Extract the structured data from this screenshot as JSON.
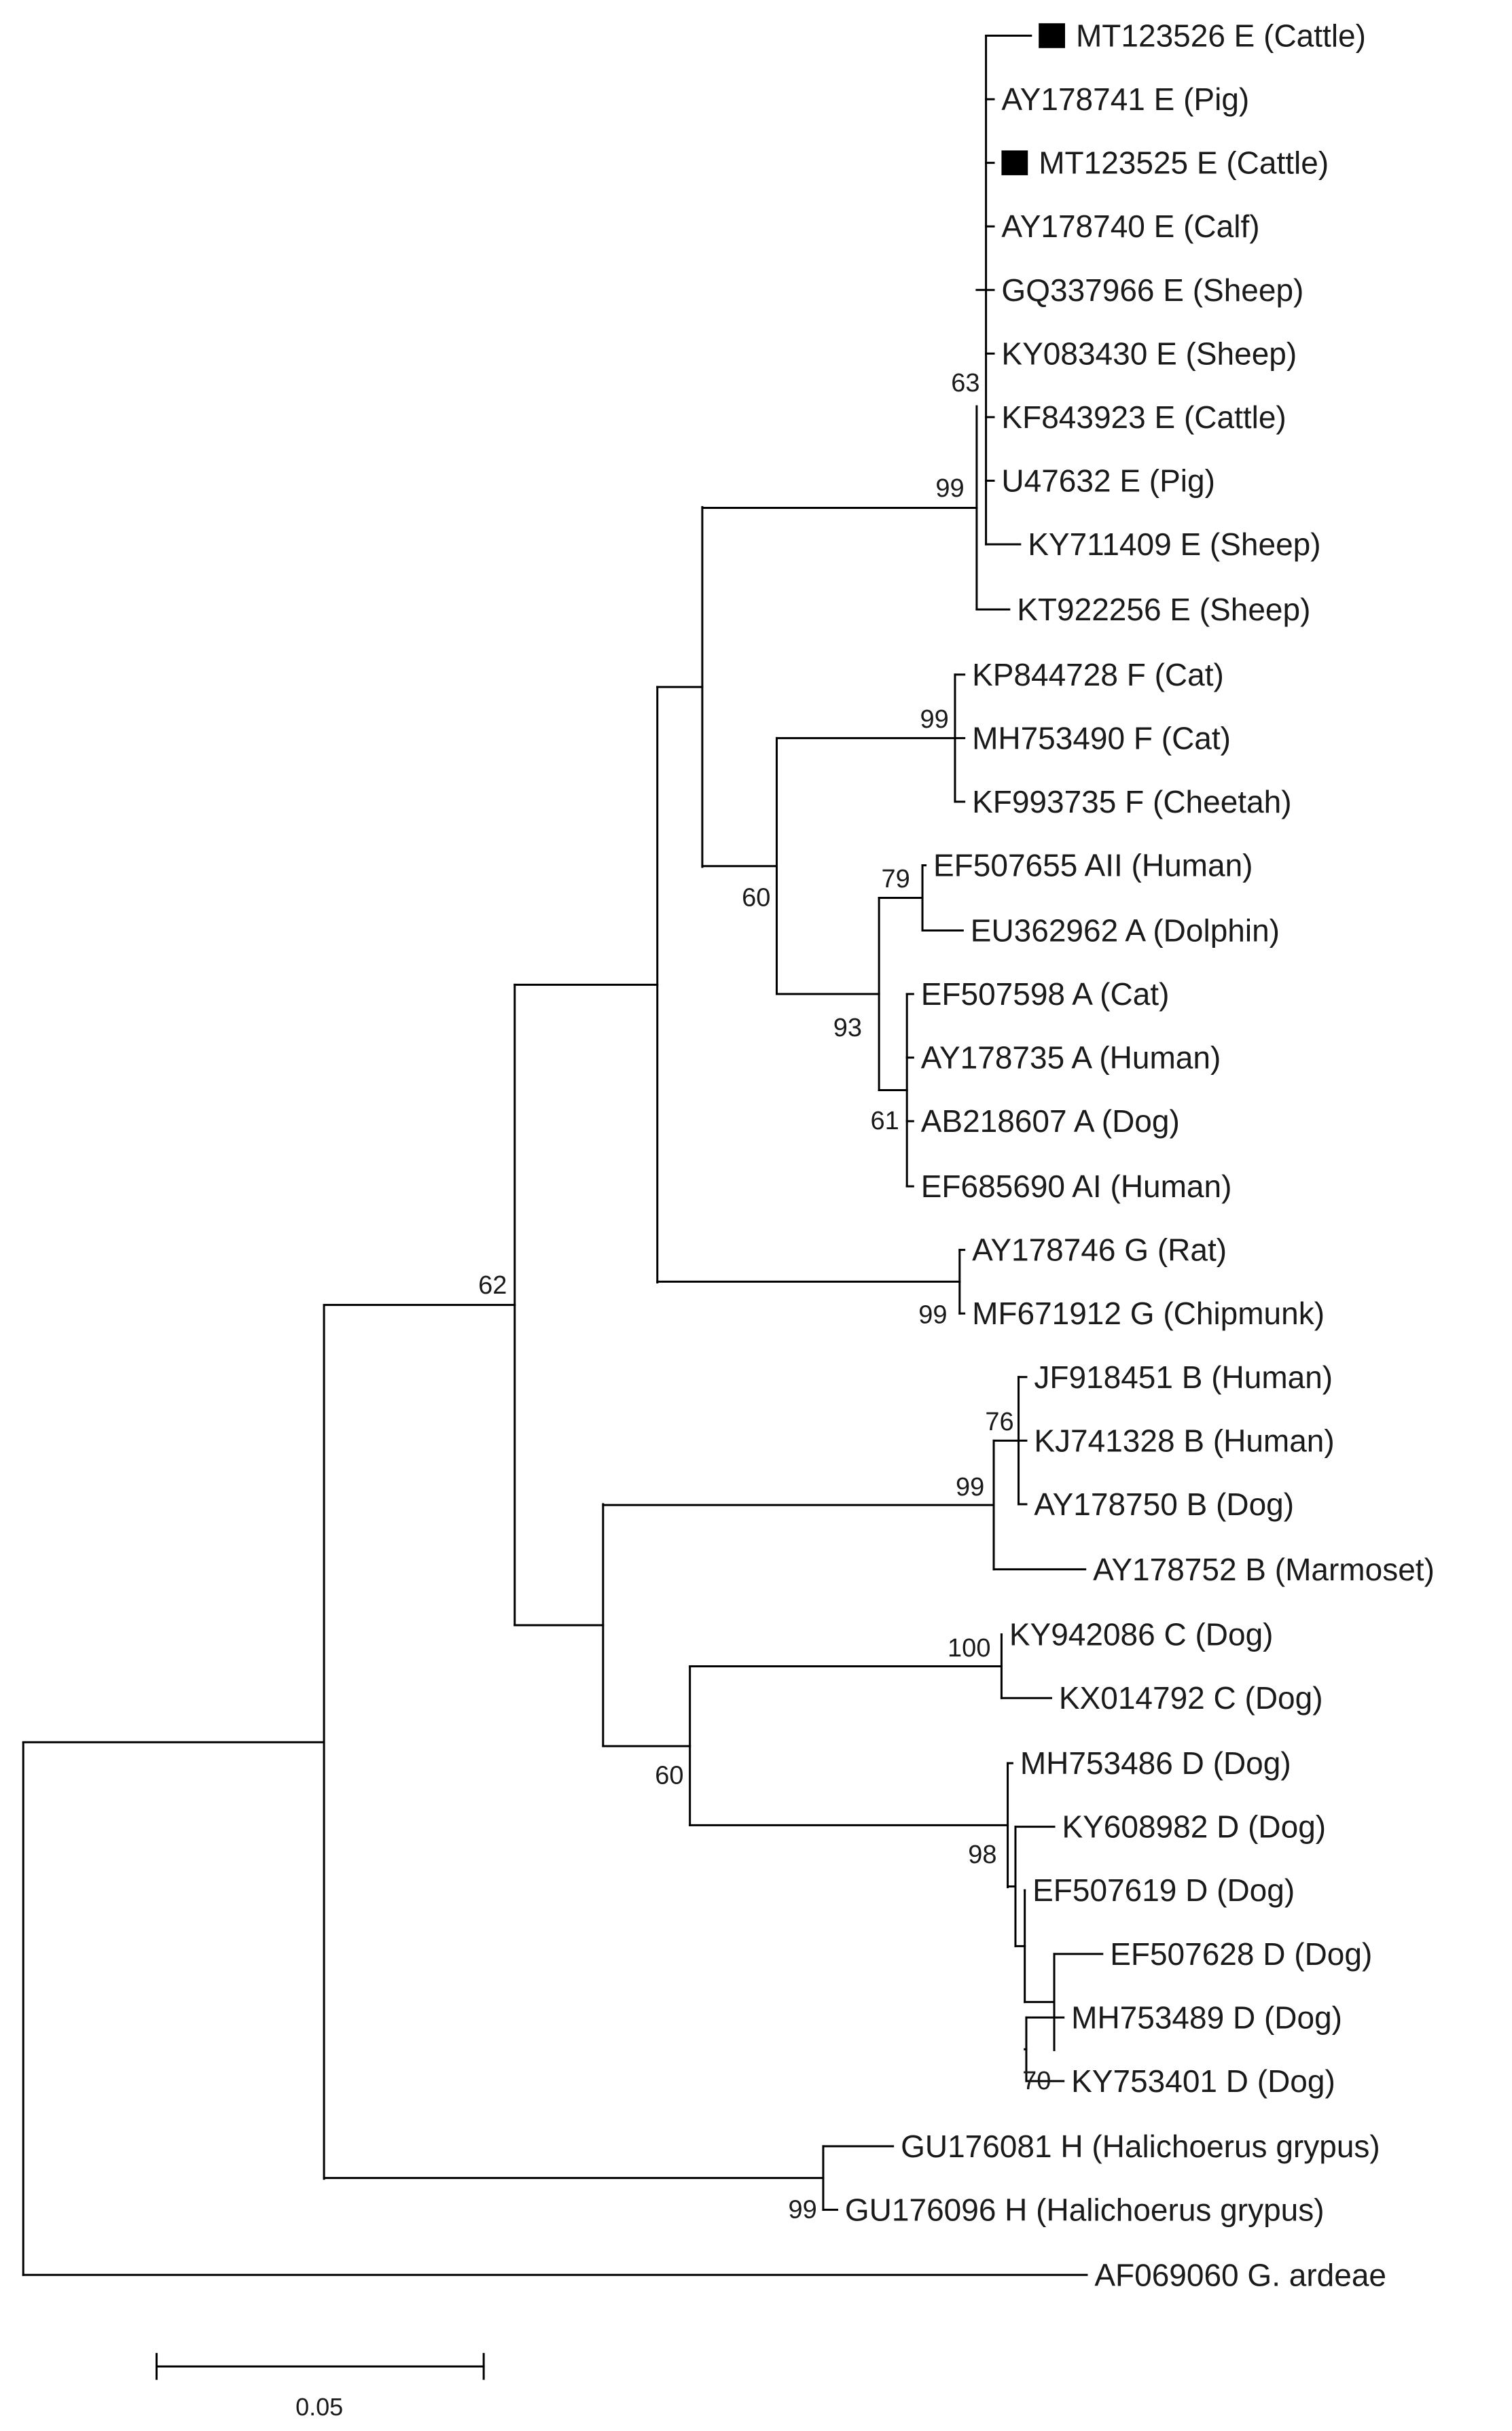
{
  "taxa": [
    {
      "id": "MT123526 E (Cattle)",
      "marked": true
    },
    {
      "id": "AY178741 E (Pig)",
      "marked": false
    },
    {
      "id": "MT123525 E (Cattle)",
      "marked": true
    },
    {
      "id": "AY178740 E (Calf)",
      "marked": false
    },
    {
      "id": "GQ337966 E (Sheep)",
      "marked": false
    },
    {
      "id": "KY083430 E (Sheep)",
      "marked": false
    },
    {
      "id": "KF843923 E (Cattle)",
      "marked": false
    },
    {
      "id": "U47632 E (Pig)",
      "marked": false
    },
    {
      "id": "KY711409 E (Sheep)",
      "marked": false
    },
    {
      "id": "KT922256 E (Sheep)",
      "marked": false
    },
    {
      "id": "KP844728 F (Cat)",
      "marked": false
    },
    {
      "id": "MH753490 F (Cat)",
      "marked": false
    },
    {
      "id": "KF993735 F (Cheetah)",
      "marked": false
    },
    {
      "id": "EF507655 AII (Human)",
      "marked": false
    },
    {
      "id": "EU362962 A (Dolphin)",
      "marked": false
    },
    {
      "id": "EF507598 A (Cat)",
      "marked": false
    },
    {
      "id": "AY178735 A (Human)",
      "marked": false
    },
    {
      "id": "AB218607 A (Dog)",
      "marked": false
    },
    {
      "id": "EF685690 AI (Human)",
      "marked": false
    },
    {
      "id": "AY178746 G (Rat)",
      "marked": false
    },
    {
      "id": "MF671912 G (Chipmunk)",
      "marked": false
    },
    {
      "id": "JF918451 B (Human)",
      "marked": false
    },
    {
      "id": "KJ741328 B (Human)",
      "marked": false
    },
    {
      "id": "AY178750 B (Dog)",
      "marked": false
    },
    {
      "id": "AY178752 B (Marmoset)",
      "marked": false
    },
    {
      "id": "KY942086 C (Dog)",
      "marked": false
    },
    {
      "id": "KX014792 C (Dog)",
      "marked": false
    },
    {
      "id": "MH753486 D (Dog)",
      "marked": false
    },
    {
      "id": "KY608982 D (Dog)",
      "marked": false
    },
    {
      "id": "EF507619 D (Dog)",
      "marked": false
    },
    {
      "id": "EF507628 D (Dog)",
      "marked": false
    },
    {
      "id": "MH753489 D (Dog)",
      "marked": false
    },
    {
      "id": "KY753401 D (Dog)",
      "marked": false
    },
    {
      "id": "GU176081 H (Halichoerus grypus)",
      "marked": false
    },
    {
      "id": "GU176096 H (Halichoerus grypus)",
      "marked": false
    },
    {
      "id": "AF069060 G. ardeae",
      "marked": false
    }
  ],
  "support": [
    "63",
    "99",
    "99",
    "79",
    "60",
    "93",
    "61",
    "62",
    "99",
    "76",
    "99",
    "100",
    "60",
    "98",
    "70",
    "99"
  ],
  "scale_bar": {
    "label": "0.05",
    "value": 0.05
  },
  "colors": {
    "line": "#000000",
    "text": "#1a1a1a",
    "background": "#ffffff"
  }
}
